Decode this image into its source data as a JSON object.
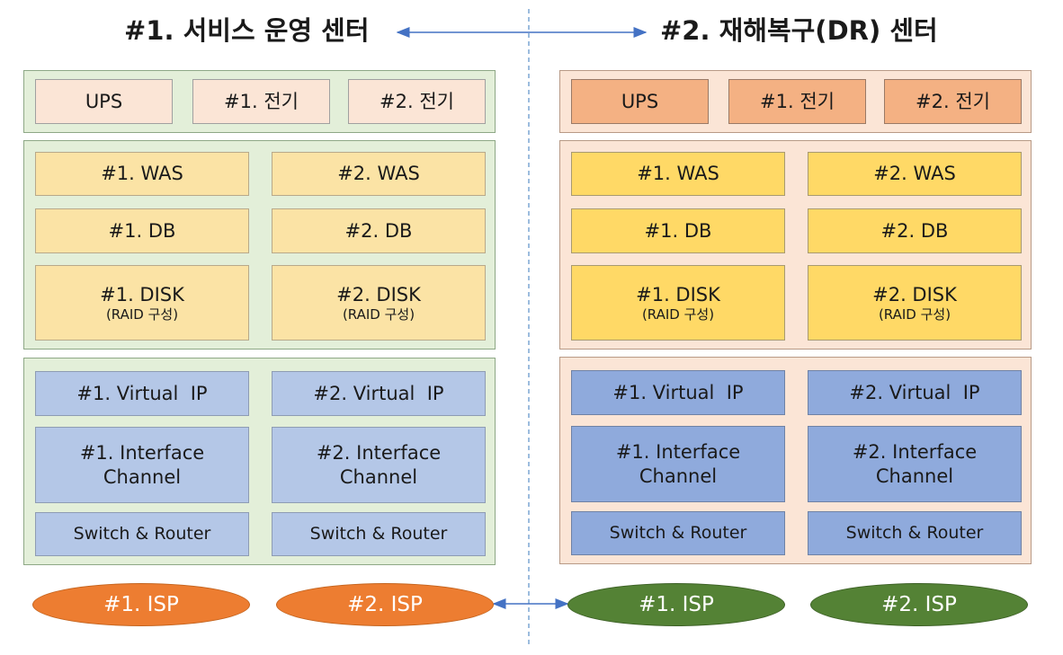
{
  "titles": {
    "left": "#1. 서비스 운영 센터",
    "right": "#2. 재해복구(DR) 센터"
  },
  "left_center": {
    "power": [
      "UPS",
      "#1. 전기",
      "#2. 전기"
    ],
    "was": [
      "#1. WAS",
      "#2. WAS"
    ],
    "db": [
      "#1. DB",
      "#2. DB"
    ],
    "disk": [
      "#1. DISK",
      "#2. DISK"
    ],
    "disk_sub": "(RAID 구성)",
    "vip": [
      "#1. Virtual  IP",
      "#2. Virtual  IP"
    ],
    "iface": [
      [
        "#1. Interface",
        "Channel"
      ],
      [
        "#2. Interface",
        "Channel"
      ]
    ],
    "switch": [
      "Switch & Router",
      "Switch & Router"
    ],
    "isp": [
      "#1. ISP",
      "#2. ISP"
    ]
  },
  "right_center": {
    "power": [
      "UPS",
      "#1. 전기",
      "#2. 전기"
    ],
    "was": [
      "#1. WAS",
      "#2. WAS"
    ],
    "db": [
      "#1. DB",
      "#2. DB"
    ],
    "disk": [
      "#1. DISK",
      "#2. DISK"
    ],
    "disk_sub": "(RAID 구성)",
    "vip": [
      "#1. Virtual  IP",
      "#2. Virtual  IP"
    ],
    "iface": [
      [
        "#1. Interface",
        "Channel"
      ],
      [
        "#2. Interface",
        "Channel"
      ]
    ],
    "switch": [
      "Switch & Router",
      "Switch & Router"
    ],
    "isp": [
      "#1. ISP",
      "#2. ISP"
    ]
  },
  "colors": {
    "left_panel": "#e3efd9",
    "right_panel": "#fbe5d6",
    "left_isp": "#ed7d31",
    "right_isp": "#548235",
    "arrow": "#4472c4"
  }
}
